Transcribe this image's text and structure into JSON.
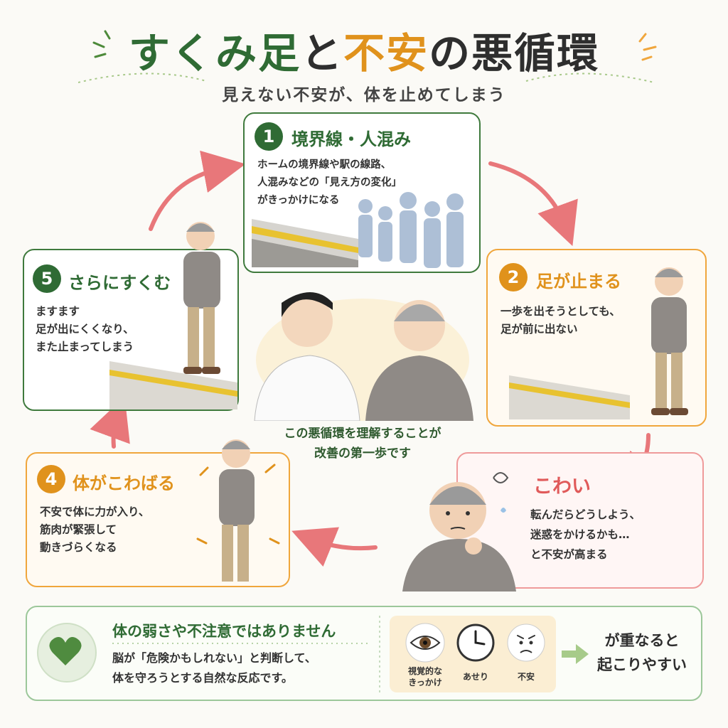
{
  "title": {
    "part1": "すくみ足",
    "part2": "と",
    "part3": "不安",
    "part4": "の悪循環",
    "subtitle": "見えない不安が、体を止めてしまう"
  },
  "steps": [
    {
      "number": "1",
      "title": "境界線・人混み",
      "text": "ホームの境界線や駅の線路、\n人混みなどの「見え方の変化」\nがきっかけになる"
    },
    {
      "number": "2",
      "title": "足が止まる",
      "text": "一歩を出そうとしても、\n足が前に出ない"
    },
    {
      "number": "",
      "title": "こわい",
      "text": "転んだらどうしよう、\n迷惑をかけるかも…\nと不安が高まる"
    },
    {
      "number": "4",
      "title": "体がこわばる",
      "text": "不安で体に力が入り、\n筋肉が緊張して\n動きづらくなる"
    },
    {
      "number": "5",
      "title": "さらにすくむ",
      "text": "ますます\n足が出にくくなり、\nまた止まってしまう"
    }
  ],
  "center": {
    "text": "この悪循環を理解することが\n改善の第一歩です"
  },
  "bottom": {
    "title": "体の弱さや不注意ではありません",
    "text": "脳が「危険かもしれない」と判断して、\n体を守ろうとする自然な反応です。",
    "factors": [
      {
        "label": "視覚的な\nきっかけ",
        "icon": "eye-icon"
      },
      {
        "label": "あせり",
        "icon": "clock-icon"
      },
      {
        "label": "不安",
        "icon": "worried-face-icon"
      }
    ],
    "result": "が重なると\n起こりやすい"
  },
  "colors": {
    "green": "#2f6b34",
    "orange": "#e0921c",
    "red": "#e06565",
    "arrow": "#e8777a"
  }
}
